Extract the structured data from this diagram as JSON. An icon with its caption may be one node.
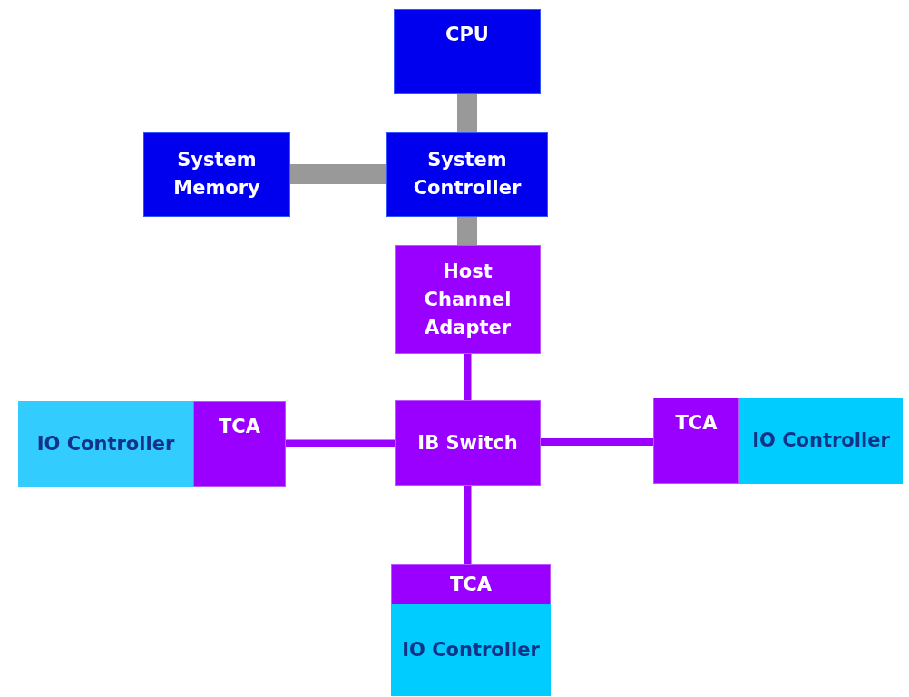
{
  "diagram": {
    "nodes": [
      {
        "text": [
          "CPU"
        ]
      },
      {
        "text": [
          "System Memory"
        ]
      },
      {
        "text": [
          "System Controller"
        ]
      },
      {
        "text": [
          "Host Channel Adapter"
        ]
      },
      {
        "text": [
          "IB Switch"
        ]
      },
      {
        "text": [
          "IO Controller"
        ]
      },
      {
        "text": [
          "TCA"
        ]
      },
      {
        "text": [
          "TCA"
        ]
      },
      {
        "text": [
          "IO Controller"
        ]
      },
      {
        "text": [
          "TCA"
        ]
      },
      {
        "text": [
          "IO Controller"
        ]
      }
    ],
    "edges": [
      {
        "from": 0,
        "to": 2,
        "arrow": "none",
        "style": "thick",
        "color": "#999999"
      },
      {
        "from": 1,
        "to": 2,
        "arrow": "none",
        "style": "thick",
        "color": "#999999"
      },
      {
        "from": 2,
        "to": 3,
        "arrow": "none",
        "style": "thick",
        "color": "#999999"
      },
      {
        "from": 3,
        "to": 4,
        "arrow": "none"
      },
      {
        "from": 4,
        "to": 6,
        "arrow": "none"
      },
      {
        "from": 4,
        "to": 7,
        "arrow": "none"
      },
      {
        "from": 4,
        "to": 9,
        "arrow": "none"
      }
    ]
  }
}
